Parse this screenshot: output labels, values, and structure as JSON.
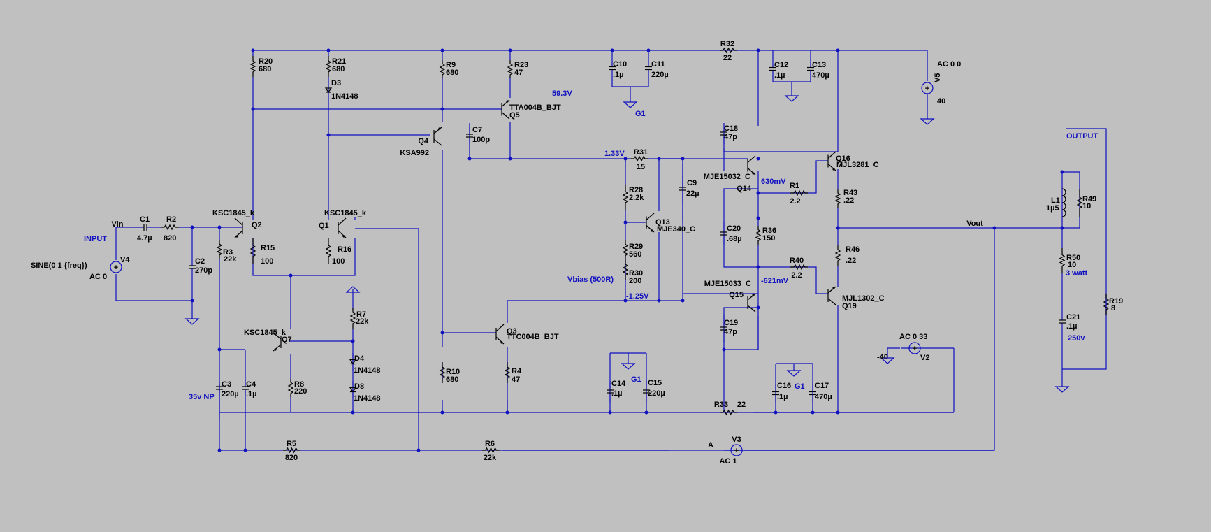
{
  "components": {
    "R20": {
      "name": "R20",
      "value": "680"
    },
    "R21": {
      "name": "R21",
      "value": "680"
    },
    "D3": {
      "name": "D3",
      "value": "1N4148"
    },
    "R9": {
      "name": "R9",
      "value": "680"
    },
    "R23": {
      "name": "R23",
      "value": "47"
    },
    "C10": {
      "name": "C10",
      "value": ".1µ"
    },
    "C11": {
      "name": "C11",
      "value": "220µ"
    },
    "R32": {
      "name": "R32",
      "value": "22"
    },
    "C12": {
      "name": "C12",
      "value": ".1µ"
    },
    "C13": {
      "name": "C13",
      "value": "470µ"
    },
    "V5": {
      "name": "V5",
      "value": "40",
      "extra": "AC 0 0"
    },
    "Q5": {
      "name": "Q5",
      "model": "TTA004B_BJT"
    },
    "Q4": {
      "name": "Q4",
      "model": "KSA992"
    },
    "C7": {
      "name": "C7",
      "value": "100p"
    },
    "C18": {
      "name": "C18",
      "value": "47p"
    },
    "R31": {
      "name": "R31",
      "value": "15"
    },
    "C9": {
      "name": "C9",
      "value": "22µ"
    },
    "Q14": {
      "name": "Q14",
      "model": "MJE15032_C"
    },
    "Q16": {
      "name": "Q16",
      "model": "MJL3281_C"
    },
    "R1": {
      "name": "R1",
      "value": "2.2"
    },
    "R43": {
      "name": "R43",
      "value": ".22"
    },
    "R28": {
      "name": "R28",
      "value": "2.2k"
    },
    "Q13": {
      "name": "Q13",
      "model": "MJE340_C"
    },
    "C20": {
      "name": "C20",
      "value": ".68µ"
    },
    "R36": {
      "name": "R36",
      "value": "150"
    },
    "R29": {
      "name": "R29",
      "value": "560"
    },
    "R30": {
      "name": "R30",
      "value": "200"
    },
    "R40": {
      "name": "R40",
      "value": "2.2"
    },
    "R46": {
      "name": "R46",
      "value": ".22"
    },
    "Q15": {
      "name": "Q15",
      "model": "MJE15033_C"
    },
    "Q19": {
      "name": "Q19",
      "model": "MJL1302_C"
    },
    "C19": {
      "name": "C19",
      "value": "47p"
    },
    "L1": {
      "name": "L1",
      "value": "1µ5"
    },
    "R49": {
      "name": "R49",
      "value": "10"
    },
    "R50": {
      "name": "R50",
      "value": "10"
    },
    "C21": {
      "name": "C21",
      "value": ".1µ"
    },
    "R19": {
      "name": "R19",
      "value": "8"
    },
    "Q2": {
      "name": "Q2",
      "model": "KSC1845_k"
    },
    "Q1": {
      "name": "Q1",
      "model": "KSC1845_k"
    },
    "C1": {
      "name": "C1",
      "value": "4.7µ"
    },
    "R2": {
      "name": "R2",
      "value": "820"
    },
    "R3": {
      "name": "R3",
      "value": "22k"
    },
    "C2": {
      "name": "C2",
      "value": "270p"
    },
    "R15": {
      "name": "R15",
      "value": "100"
    },
    "R16": {
      "name": "R16",
      "value": "100"
    },
    "V4": {
      "name": "V4",
      "value": "SINE(0 1 {freq})",
      "extra": "AC 0"
    },
    "R7": {
      "name": "R7",
      "value": "22k"
    },
    "Q7": {
      "name": "Q7",
      "model": "KSC1845_k"
    },
    "D4": {
      "name": "D4",
      "value": "1N4148"
    },
    "D8": {
      "name": "D8",
      "value": "1N4148"
    },
    "Q3": {
      "name": "Q3",
      "model": "TTC004B_BJT"
    },
    "R4": {
      "name": "R4",
      "value": "47"
    },
    "R10": {
      "name": "R10",
      "value": "680"
    },
    "R8": {
      "name": "R8",
      "value": "220"
    },
    "C3": {
      "name": "C3",
      "value": "220µ"
    },
    "C4": {
      "name": "C4",
      "value": ".1µ"
    },
    "C14": {
      "name": "C14",
      "value": ".1µ"
    },
    "C15": {
      "name": "C15",
      "value": "220µ"
    },
    "C16": {
      "name": "C16",
      "value": ".1µ"
    },
    "C17": {
      "name": "C17",
      "value": "470µ"
    },
    "R33": {
      "name": "R33",
      "value": "22"
    },
    "V2": {
      "name": "V2",
      "value": "-40",
      "extra": "AC 0 33"
    },
    "R5": {
      "name": "R5",
      "value": "820"
    },
    "R6": {
      "name": "R6",
      "value": "22k"
    },
    "V3": {
      "name": "V3",
      "extra": "AC 1"
    }
  },
  "net_labels": {
    "vin": "Vin",
    "vout": "Vout",
    "a": "A"
  },
  "ground_labels": {
    "g1_top": "G1",
    "g1_mid": "G1",
    "g1_bot": "G1"
  },
  "annotations": {
    "input": "INPUT",
    "output": "OUTPUT",
    "v_593": "59.3V",
    "v_133": "1.33V",
    "v_630m": "630mV",
    "v_n621m": "-621mV",
    "v_n125": "-1.25V",
    "vbias": "Vbias (500R)",
    "three_watt": "3 watt",
    "v250": "250v",
    "v35np": "35v NP"
  }
}
